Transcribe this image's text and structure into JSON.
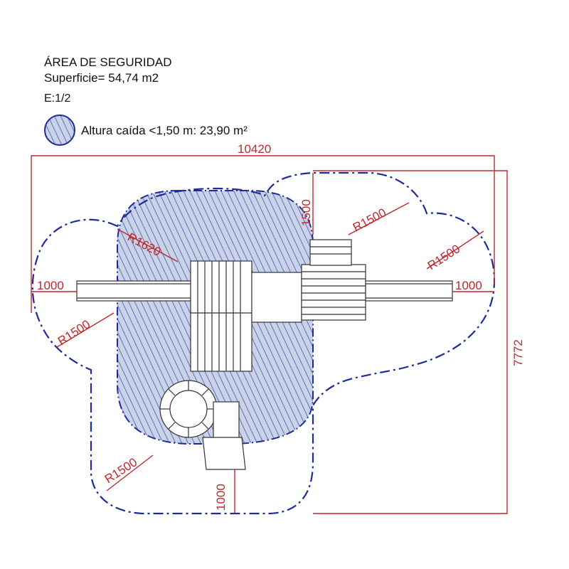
{
  "header": {
    "title": "ÁREA DE SEGURIDAD",
    "surface": "Superficie= 54,74 m2",
    "scale": "E:1/2"
  },
  "legend": {
    "label": "Altura caída <1,50 m: 23,90 m²"
  },
  "dimensions": {
    "total_width": "10420",
    "total_height": "7772",
    "left_margin": "1000",
    "right_margin": "1000",
    "bottom_margin": "1000",
    "top_margin": "1500",
    "radius_center": "R1620",
    "radius_top_right_a": "R1500",
    "radius_top_right_b": "R1500",
    "radius_left": "R1500",
    "radius_bottom_left": "R1500"
  },
  "colors": {
    "boundary": "#1c2c9a",
    "hatch": "#2f3fa8",
    "hatch_fill": "#b8c3dc",
    "dimension": "#c0282d",
    "equipment": "#333333"
  }
}
